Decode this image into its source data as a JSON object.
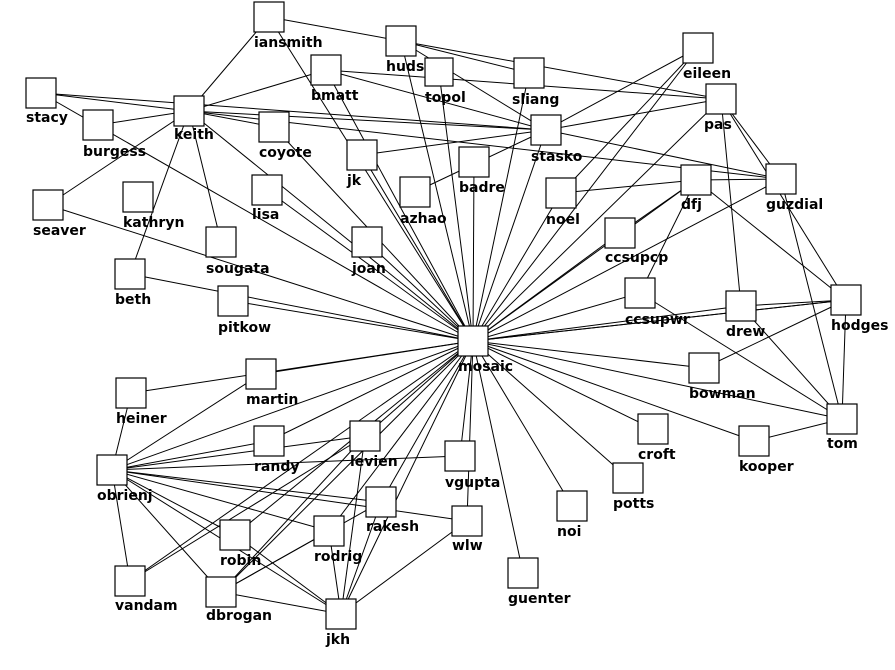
{
  "diagram": {
    "type": "network-graph",
    "nodes": [
      {
        "id": "iansmith",
        "label": "iansmith"
      },
      {
        "id": "hudson",
        "label": "hudson"
      },
      {
        "id": "eileen",
        "label": "eileen"
      },
      {
        "id": "bmatt",
        "label": "bmatt"
      },
      {
        "id": "topol",
        "label": "topol"
      },
      {
        "id": "sliang",
        "label": "sliang"
      },
      {
        "id": "pas",
        "label": "pas"
      },
      {
        "id": "stacy",
        "label": "stacy"
      },
      {
        "id": "burgess",
        "label": "burgess"
      },
      {
        "id": "keith",
        "label": "keith"
      },
      {
        "id": "coyote",
        "label": "coyote"
      },
      {
        "id": "stasko",
        "label": "stasko"
      },
      {
        "id": "jk",
        "label": "jk"
      },
      {
        "id": "badre",
        "label": "badre"
      },
      {
        "id": "dfj",
        "label": "dfj"
      },
      {
        "id": "guzdial",
        "label": "guzdial"
      },
      {
        "id": "seaver",
        "label": "seaver"
      },
      {
        "id": "kathryn",
        "label": "kathryn"
      },
      {
        "id": "lisa",
        "label": "lisa"
      },
      {
        "id": "azhao",
        "label": "azhao"
      },
      {
        "id": "noel",
        "label": "noel"
      },
      {
        "id": "sougata",
        "label": "sougata"
      },
      {
        "id": "joan",
        "label": "joan"
      },
      {
        "id": "ccsupcp",
        "label": "ccsupcp"
      },
      {
        "id": "beth",
        "label": "beth"
      },
      {
        "id": "pitkow",
        "label": "pitkow"
      },
      {
        "id": "ccsupwr",
        "label": "ccsupwr"
      },
      {
        "id": "drew",
        "label": "drew"
      },
      {
        "id": "hodges",
        "label": "hodges"
      },
      {
        "id": "mosaic",
        "label": "mosaic"
      },
      {
        "id": "heiner",
        "label": "heiner"
      },
      {
        "id": "martin",
        "label": "martin"
      },
      {
        "id": "bowman",
        "label": "bowman"
      },
      {
        "id": "randy",
        "label": "randy"
      },
      {
        "id": "levien",
        "label": "levien"
      },
      {
        "id": "vgupta",
        "label": "vgupta"
      },
      {
        "id": "croft",
        "label": "croft"
      },
      {
        "id": "kooper",
        "label": "kooper"
      },
      {
        "id": "tom",
        "label": "tom"
      },
      {
        "id": "obrienj",
        "label": "obrienj"
      },
      {
        "id": "rakesh",
        "label": "rakesh"
      },
      {
        "id": "potts",
        "label": "potts"
      },
      {
        "id": "robin",
        "label": "robin"
      },
      {
        "id": "rodrig",
        "label": "rodrig"
      },
      {
        "id": "wlw",
        "label": "wlw"
      },
      {
        "id": "noi",
        "label": "noi"
      },
      {
        "id": "vandam",
        "label": "vandam"
      },
      {
        "id": "dbrogan",
        "label": "dbrogan"
      },
      {
        "id": "guenter",
        "label": "guenter"
      },
      {
        "id": "jkh",
        "label": "jkh"
      }
    ],
    "edges": [
      [
        "mosaic",
        "iansmith"
      ],
      [
        "mosaic",
        "hudson"
      ],
      [
        "mosaic",
        "eileen"
      ],
      [
        "mosaic",
        "bmatt"
      ],
      [
        "mosaic",
        "topol"
      ],
      [
        "mosaic",
        "sliang"
      ],
      [
        "mosaic",
        "pas"
      ],
      [
        "mosaic",
        "stacy"
      ],
      [
        "mosaic",
        "keith"
      ],
      [
        "mosaic",
        "coyote"
      ],
      [
        "mosaic",
        "stasko"
      ],
      [
        "mosaic",
        "jk"
      ],
      [
        "mosaic",
        "badre"
      ],
      [
        "mosaic",
        "dfj"
      ],
      [
        "mosaic",
        "guzdial"
      ],
      [
        "mosaic",
        "seaver"
      ],
      [
        "mosaic",
        "lisa"
      ],
      [
        "mosaic",
        "noel"
      ],
      [
        "mosaic",
        "joan"
      ],
      [
        "mosaic",
        "ccsupcp"
      ],
      [
        "mosaic",
        "beth"
      ],
      [
        "mosaic",
        "pitkow"
      ],
      [
        "mosaic",
        "ccsupwr"
      ],
      [
        "mosaic",
        "drew"
      ],
      [
        "mosaic",
        "hodges"
      ],
      [
        "mosaic",
        "martin"
      ],
      [
        "mosaic",
        "bowman"
      ],
      [
        "mosaic",
        "randy"
      ],
      [
        "mosaic",
        "levien"
      ],
      [
        "mosaic",
        "vgupta"
      ],
      [
        "mosaic",
        "croft"
      ],
      [
        "mosaic",
        "kooper"
      ],
      [
        "mosaic",
        "tom"
      ],
      [
        "mosaic",
        "obrienj"
      ],
      [
        "mosaic",
        "rakesh"
      ],
      [
        "mosaic",
        "potts"
      ],
      [
        "mosaic",
        "robin"
      ],
      [
        "mosaic",
        "rodrig"
      ],
      [
        "mosaic",
        "wlw"
      ],
      [
        "mosaic",
        "noi"
      ],
      [
        "mosaic",
        "vandam"
      ],
      [
        "mosaic",
        "dbrogan"
      ],
      [
        "mosaic",
        "guenter"
      ],
      [
        "mosaic",
        "jkh"
      ],
      [
        "mosaic",
        "heiner"
      ],
      [
        "keith",
        "iansmith"
      ],
      [
        "keith",
        "bmatt"
      ],
      [
        "keith",
        "stacy"
      ],
      [
        "keith",
        "burgess"
      ],
      [
        "keith",
        "stasko"
      ],
      [
        "keith",
        "coyote"
      ],
      [
        "keith",
        "guzdial"
      ],
      [
        "keith",
        "seaver"
      ],
      [
        "keith",
        "sougata"
      ],
      [
        "keith",
        "beth"
      ],
      [
        "stacy",
        "stasko"
      ],
      [
        "iansmith",
        "hudson"
      ],
      [
        "hudson",
        "sliang"
      ],
      [
        "hudson",
        "pas"
      ],
      [
        "hudson",
        "stasko"
      ],
      [
        "bmatt",
        "pas"
      ],
      [
        "bmatt",
        "stasko"
      ],
      [
        "stasko",
        "eileen"
      ],
      [
        "stasko",
        "pas"
      ],
      [
        "stasko",
        "guzdial"
      ],
      [
        "stasko",
        "jk"
      ],
      [
        "stasko",
        "azhao"
      ],
      [
        "pas",
        "drew"
      ],
      [
        "pas",
        "hodges"
      ],
      [
        "pas",
        "guzdial"
      ],
      [
        "eileen",
        "noel"
      ],
      [
        "dfj",
        "noel"
      ],
      [
        "dfj",
        "ccsupcp"
      ],
      [
        "dfj",
        "ccsupwr"
      ],
      [
        "dfj",
        "guzdial"
      ],
      [
        "dfj",
        "hodges"
      ],
      [
        "guzdial",
        "tom"
      ],
      [
        "hodges",
        "tom"
      ],
      [
        "hodges",
        "drew"
      ],
      [
        "hodges",
        "bowman"
      ],
      [
        "hodges",
        "mosaic"
      ],
      [
        "ccsupwr",
        "tom"
      ],
      [
        "kooper",
        "tom"
      ],
      [
        "drew",
        "tom"
      ],
      [
        "obrienj",
        "heiner"
      ],
      [
        "obrienj",
        "vandam"
      ],
      [
        "obrienj",
        "vgupta"
      ],
      [
        "obrienj",
        "wlw"
      ],
      [
        "obrienj",
        "rakesh"
      ],
      [
        "obrienj",
        "robin"
      ],
      [
        "obrienj",
        "dbrogan"
      ],
      [
        "obrienj",
        "jkh"
      ],
      [
        "obrienj",
        "randy"
      ],
      [
        "obrienj",
        "rodrig"
      ],
      [
        "obrienj",
        "levien"
      ],
      [
        "obrienj",
        "martin"
      ],
      [
        "vandam",
        "levien"
      ],
      [
        "dbrogan",
        "jkh"
      ],
      [
        "dbrogan",
        "rodrig"
      ],
      [
        "dbrogan",
        "rakesh"
      ],
      [
        "dbrogan",
        "levien"
      ],
      [
        "jkh",
        "rodrig"
      ],
      [
        "jkh",
        "rakesh"
      ],
      [
        "jkh",
        "robin"
      ],
      [
        "jkh",
        "levien"
      ],
      [
        "jkh",
        "wlw"
      ]
    ]
  }
}
